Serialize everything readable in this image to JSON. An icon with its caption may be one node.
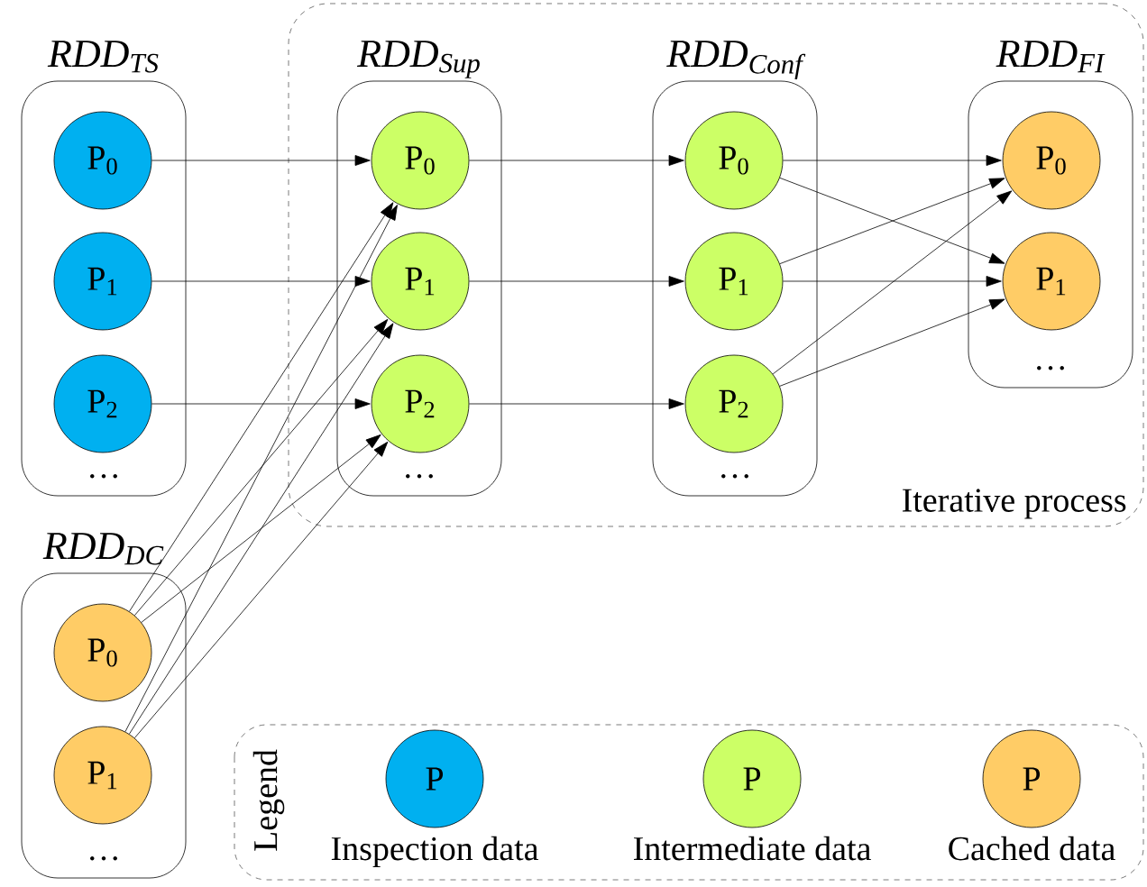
{
  "diagram": {
    "nodes": [
      {
        "text": [
          "Iterative process"
        ]
      },
      {
        "text": [
          "RDD$_{TS}$",
          "…"
        ]
      },
      {
        "text": [
          "P$_{0}$"
        ],
        "in": 1
      },
      {
        "text": [
          "P$_{1}$"
        ],
        "in": 1
      },
      {
        "text": [
          "P$_{2}$"
        ],
        "in": 1
      },
      {
        "text": [
          "RDD$_{Sup}$",
          "…"
        ],
        "in": 0
      },
      {
        "text": [
          "P$_{0}$"
        ],
        "in": 5
      },
      {
        "text": [
          "P$_{1}$"
        ],
        "in": 5
      },
      {
        "text": [
          "P$_{2}$"
        ],
        "in": 5
      },
      {
        "text": [
          "RDD$_{Conf}$",
          "…"
        ],
        "in": 0
      },
      {
        "text": [
          "P$_{0}$"
        ],
        "in": 9
      },
      {
        "text": [
          "P$_{1}$"
        ],
        "in": 9
      },
      {
        "text": [
          "P$_{2}$"
        ],
        "in": 9
      },
      {
        "text": [
          "RDD$_{FI}$",
          "…"
        ],
        "in": 0
      },
      {
        "text": [
          "P$_{0}$"
        ],
        "in": 13
      },
      {
        "text": [
          "P$_{1}$"
        ],
        "in": 13
      },
      {
        "text": [
          "RDD$_{DC}$",
          "…"
        ]
      },
      {
        "text": [
          "P$_{0}$"
        ],
        "in": 16
      },
      {
        "text": [
          "P$_{1}$"
        ],
        "in": 16
      }
    ],
    "edges": [
      {
        "from": 2,
        "to": 6,
        "arrow": "to"
      },
      {
        "from": 3,
        "to": 7,
        "arrow": "to"
      },
      {
        "from": 4,
        "to": 8,
        "arrow": "to"
      },
      {
        "from": 17,
        "to": 6,
        "arrow": "to"
      },
      {
        "from": 17,
        "to": 7,
        "arrow": "to"
      },
      {
        "from": 17,
        "to": 8,
        "arrow": "to"
      },
      {
        "from": 18,
        "to": 6,
        "arrow": "to"
      },
      {
        "from": 18,
        "to": 7,
        "arrow": "to"
      },
      {
        "from": 18,
        "to": 8,
        "arrow": "to"
      },
      {
        "from": 6,
        "to": 10,
        "arrow": "to"
      },
      {
        "from": 7,
        "to": 11,
        "arrow": "to"
      },
      {
        "from": 8,
        "to": 12,
        "arrow": "to"
      },
      {
        "from": 10,
        "to": 14,
        "arrow": "to"
      },
      {
        "from": 10,
        "to": 15,
        "arrow": "to"
      },
      {
        "from": 11,
        "to": 14,
        "arrow": "to"
      },
      {
        "from": 11,
        "to": 15,
        "arrow": "to"
      },
      {
        "from": 12,
        "to": 14,
        "arrow": "to"
      },
      {
        "from": 12,
        "to": 15,
        "arrow": "to"
      }
    ],
    "labels": [
      "Legend",
      "P",
      "P",
      "P"
    ],
    "legend": [
      {
        "text": "Inspection data",
        "color": "#00b0f0"
      },
      {
        "text": "Intermediate data",
        "color": "#ccff66"
      },
      {
        "text": "Cached data",
        "color": "#ffcc66"
      }
    ]
  }
}
